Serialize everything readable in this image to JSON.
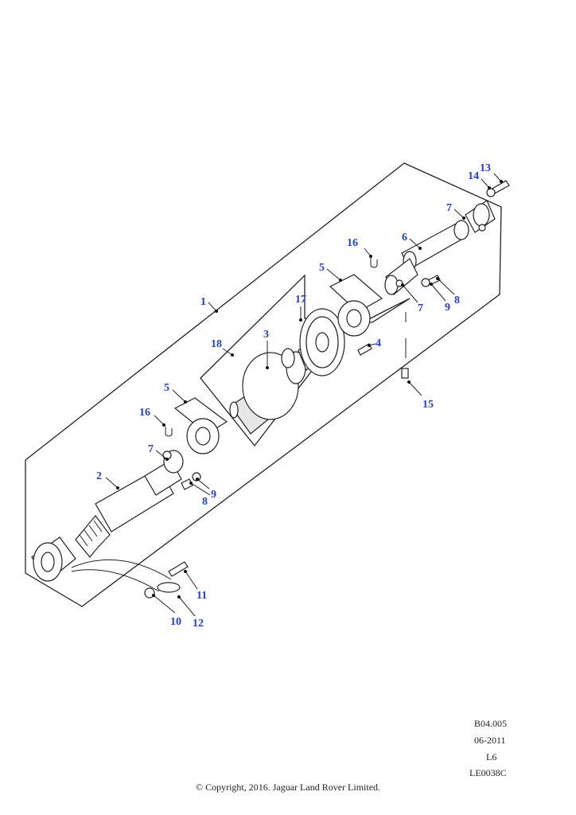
{
  "callouts": {
    "c1": "1",
    "c2": "2",
    "c3": "3",
    "c4": "4",
    "c5a": "5",
    "c5b": "5",
    "c6": "6",
    "c7a": "7",
    "c7b": "7",
    "c7c": "7",
    "c8a": "8",
    "c8b": "8",
    "c9a": "9",
    "c9b": "9",
    "c10": "10",
    "c11": "11",
    "c12": "12",
    "c13": "13",
    "c14": "14",
    "c15": "15",
    "c16a": "16",
    "c16b": "16",
    "c17": "17",
    "c18": "18"
  },
  "meta": {
    "ref": "B04.005",
    "date": "06-2011",
    "engine": "L6",
    "illustration": "LE0038C"
  },
  "footer": "© Copyright, 2016. Jaguar Land Rover Limited.",
  "colors": {
    "callout": "#1f3fd0",
    "line": "#222222"
  }
}
